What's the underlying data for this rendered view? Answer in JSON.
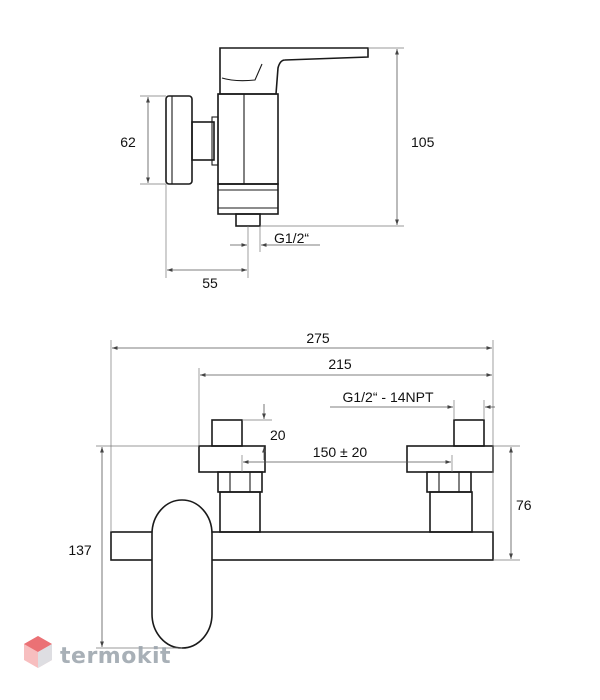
{
  "side_view": {
    "dim_height_handle": "62",
    "dim_total_height": "105",
    "dim_outlet_thread": "G1/2“",
    "dim_depth": "55"
  },
  "front_view": {
    "dim_overall_width": "275",
    "dim_connection_span": "215",
    "dim_thread_spec": "G1/2“ - 14NPT",
    "dim_eccentric_height": "20",
    "dim_centre_distance": "150 ± 20",
    "dim_body_height": "76",
    "dim_total_height": "137"
  },
  "watermark": {
    "brand": "termokit",
    "accent_color": "#e8595d",
    "secondary_color": "#9aa3ab"
  }
}
